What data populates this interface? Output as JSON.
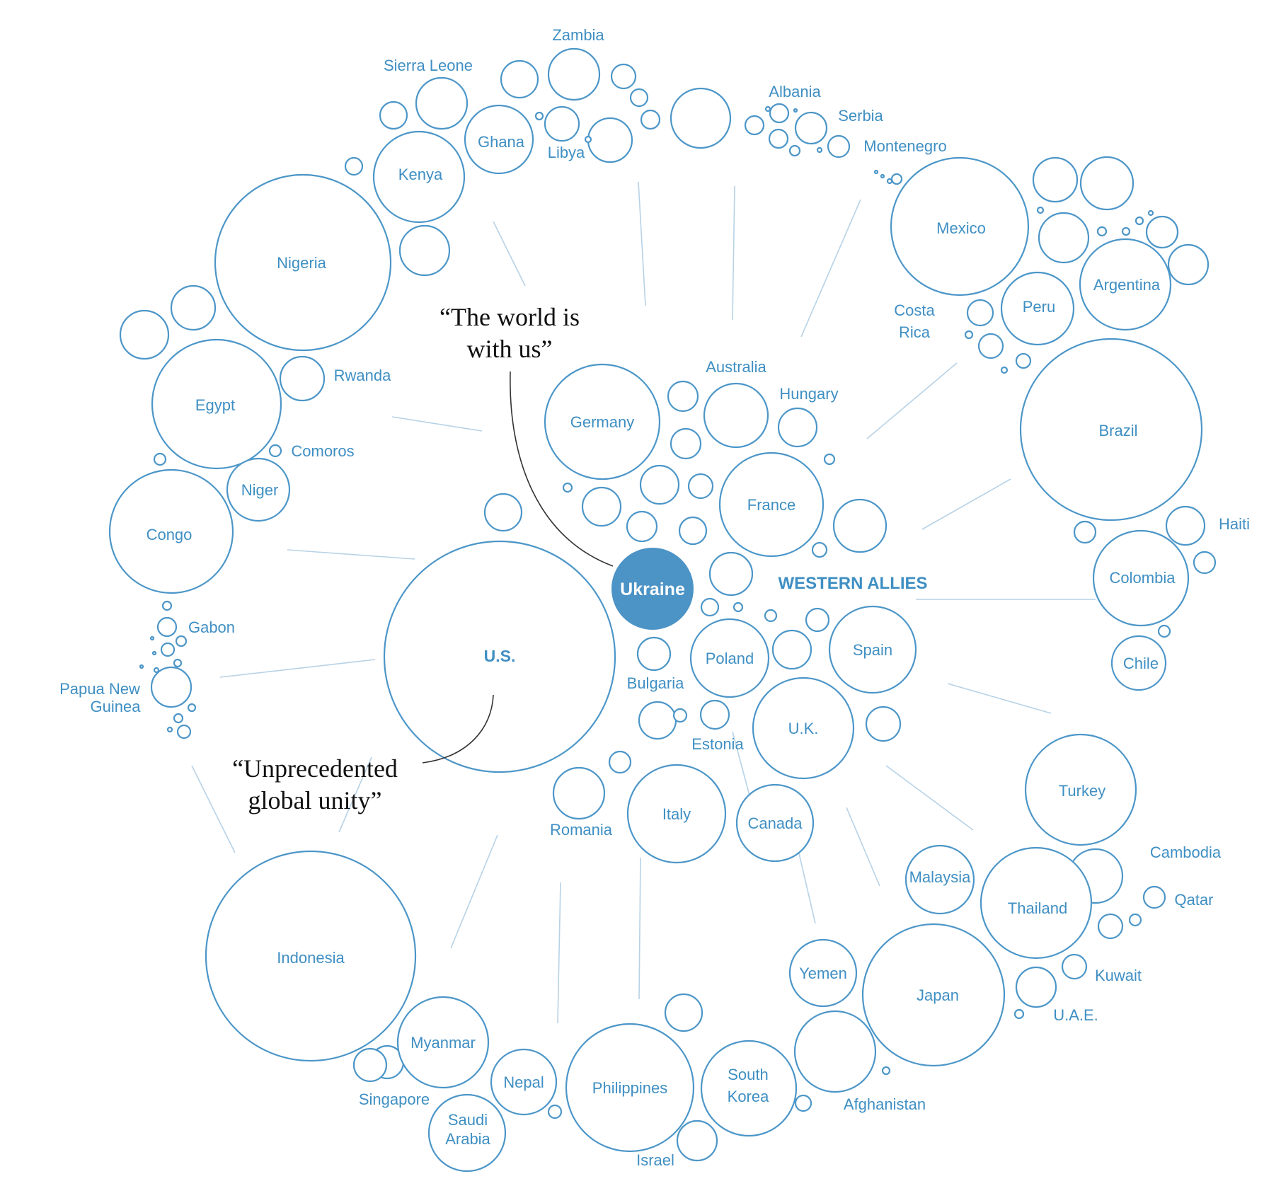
{
  "center": {
    "label": "Ukraine"
  },
  "group_label": "WESTERN ALLIES",
  "quotes": [
    {
      "lines": [
        "“The world is",
        "with us”"
      ]
    },
    {
      "lines": [
        "“Unprecedented",
        "global unity”"
      ]
    }
  ],
  "countries": [
    "U.S.",
    "Germany",
    "Australia",
    "Hungary",
    "France",
    "Poland",
    "Spain",
    "U.K.",
    "Bulgaria",
    "Estonia",
    "Romania",
    "Italy",
    "Canada",
    "Nigeria",
    "Kenya",
    "Ghana",
    "Libya",
    "Zambia",
    "Sierra Leone",
    "Egypt",
    "Rwanda",
    "Comoros",
    "Niger",
    "Congo",
    "Gabon",
    "Papua New Guinea",
    "Albania",
    "Serbia",
    "Montenegro",
    "Mexico",
    "Argentina",
    "Peru",
    "Costa Rica",
    "Brazil",
    "Haiti",
    "Colombia",
    "Chile",
    "Turkey",
    "Cambodia",
    "Qatar",
    "Thailand",
    "Malaysia",
    "Kuwait",
    "U.A.E.",
    "Japan",
    "Yemen",
    "Afghanistan",
    "South Korea",
    "Israel",
    "Philippines",
    "Nepal",
    "Saudi Arabia",
    "Myanmar",
    "Singapore",
    "Indonesia"
  ]
}
